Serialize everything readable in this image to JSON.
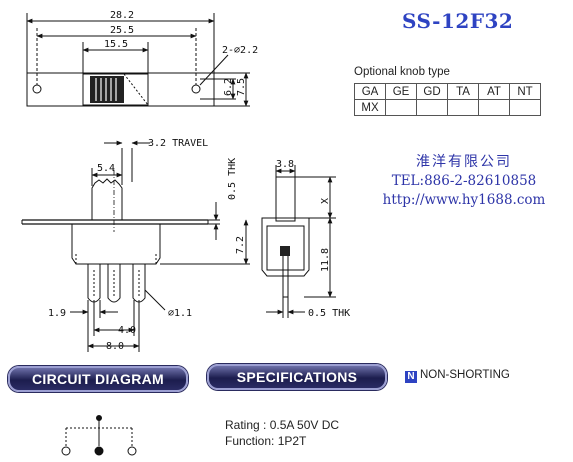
{
  "title": "SS-12F32",
  "knob": {
    "label": "Optional knob type",
    "rows": [
      [
        "GA",
        "GE",
        "GD",
        "TA",
        "AT",
        "NT"
      ],
      [
        "MX",
        "",
        "",
        "",
        "",
        ""
      ]
    ]
  },
  "company": {
    "name": "淮洋有限公司",
    "tel": "TEL:886-2-82610858",
    "url": "http://www.hy1688.com"
  },
  "top_view": {
    "dim_overall": "28.2",
    "dim_mount": "25.5",
    "dim_slot": "15.5",
    "dim_holes": "2-∅2.2",
    "dim_height_inner": "6.2",
    "dim_height_outer": "7.5"
  },
  "front_view": {
    "travel": "3.2 TRAVEL",
    "knob_width": "5.4",
    "thickness": "0.5 THK",
    "body_height": "7.2",
    "pin_offset": "1.9",
    "pin_dia": "∅1.1",
    "pin_pitch": "4.0",
    "pin_span": "8.0"
  },
  "side_view": {
    "knob_width": "3.8",
    "x_label": "X",
    "height": "11.8",
    "thickness": "0.5 THK"
  },
  "labels": {
    "circuit": "CIRCUIT DIAGRAM",
    "specs": "SPECIFICATIONS",
    "non_shorting": "NON-SHORTING",
    "n_icon": "N",
    "rating": "Rating : 0.5A 50V DC",
    "function": "Function: 1P2T"
  },
  "colors": {
    "title": "#2e43c2",
    "company": "#2e35a8",
    "pill": "#1c1d4e"
  }
}
